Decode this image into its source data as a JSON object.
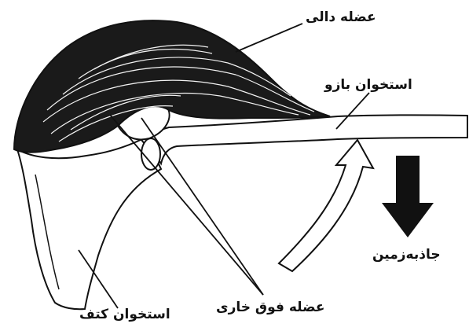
{
  "figure": {
    "labels": {
      "deltoid_muscle": "عضله دالی",
      "humerus_bone": "استخوان بازو",
      "gravity": "جاذبه‌زمین",
      "supraspinatus_muscle": "عضله فوق خاری",
      "scapula_bone": "استخوان کتف"
    },
    "colors": {
      "ink": "#111111",
      "background": "#ffffff"
    },
    "icons": {
      "gravity_arrow": "down-arrow-icon",
      "rotation_arrow": "curved-up-arrow-icon"
    }
  }
}
